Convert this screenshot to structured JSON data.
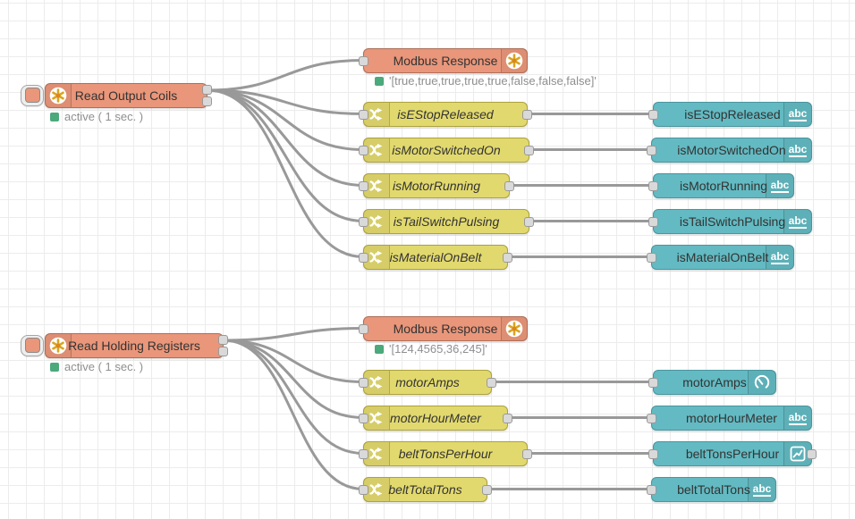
{
  "app": {
    "title": "Node-RED flow editor canvas"
  },
  "colors": {
    "modbus_node": "#E9967A",
    "change_node": "#E2D96E",
    "dashboard_node": "#63BAC2",
    "wire": "#999999",
    "status_active": "#4BA97B",
    "grid_line": "#ECECEC",
    "canvas": "#FFFFFF"
  },
  "icons": {
    "modbus": "asterisk-flower-icon",
    "change": "shuffle-arrows-icon",
    "text": "abc-icon",
    "gauge": "gauge-icon",
    "chart": "line-chart-icon",
    "abc_label": "abc"
  },
  "flow1": {
    "inject": {
      "label": "Read Output Coils",
      "status": "active ( 1 sec. )"
    },
    "response": {
      "label": "Modbus Response",
      "status": "'[true,true,true,true,true,false,false,false]'"
    },
    "pairs": [
      {
        "change": "isEStopReleased",
        "ui": "isEStopReleased",
        "ui_icon": "abc"
      },
      {
        "change": "isMotorSwitchedOn",
        "ui": "isMotorSwitchedOn",
        "ui_icon": "abc"
      },
      {
        "change": "isMotorRunning",
        "ui": "isMotorRunning",
        "ui_icon": "abc"
      },
      {
        "change": "isTailSwitchPulsing",
        "ui": "isTailSwitchPulsing",
        "ui_icon": "abc"
      },
      {
        "change": "isMaterialOnBelt",
        "ui": "isMaterialOnBelt",
        "ui_icon": "abc"
      }
    ]
  },
  "flow2": {
    "inject": {
      "label": "Read Holding Registers",
      "status": "active ( 1 sec. )"
    },
    "response": {
      "label": "Modbus Response",
      "status": "'[124,4565,36,245]'"
    },
    "pairs": [
      {
        "change": "motorAmps",
        "ui": "motorAmps",
        "ui_icon": "gauge"
      },
      {
        "change": "motorHourMeter",
        "ui": "motorHourMeter",
        "ui_icon": "abc"
      },
      {
        "change": "beltTonsPerHour",
        "ui": "beltTonsPerHour",
        "ui_icon": "chart"
      },
      {
        "change": "beltTotalTons",
        "ui": "beltTotalTons",
        "ui_icon": "abc"
      }
    ]
  }
}
